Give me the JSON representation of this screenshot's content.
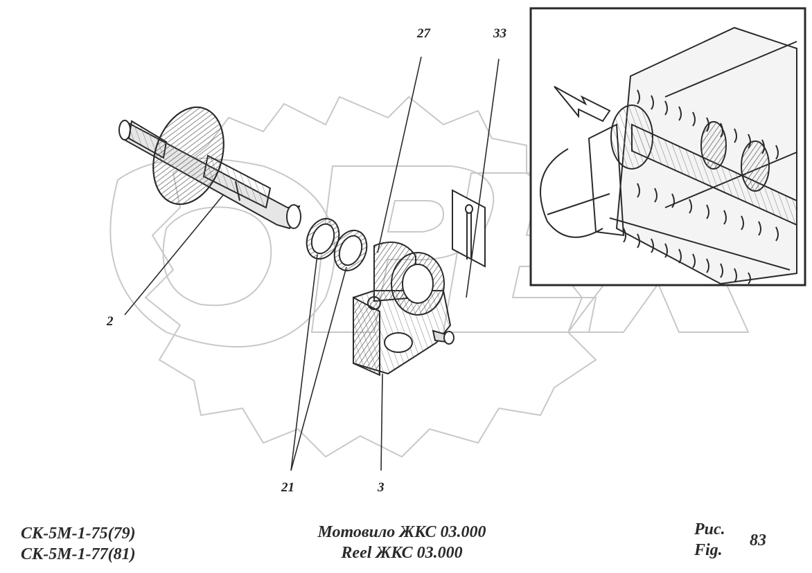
{
  "callouts": {
    "c27": "27",
    "c33": "33",
    "c2": "2",
    "c21": "21",
    "c3": "3"
  },
  "caption": {
    "model_line_1": "СК-5М-1-75(79)",
    "model_line_2": "СК-5М-1-77(81)",
    "title_ru": "Мотовило ЖКС 03.000",
    "title_en": "Reel ЖКС 03.000",
    "fig_ru": "Рис.",
    "fig_en": "Fig.",
    "fig_number": "83"
  },
  "watermark": {
    "text": "OPEX",
    "color": "#c8c8c8"
  },
  "colors": {
    "ink": "#2a2a2a",
    "hatch": "#555555"
  }
}
